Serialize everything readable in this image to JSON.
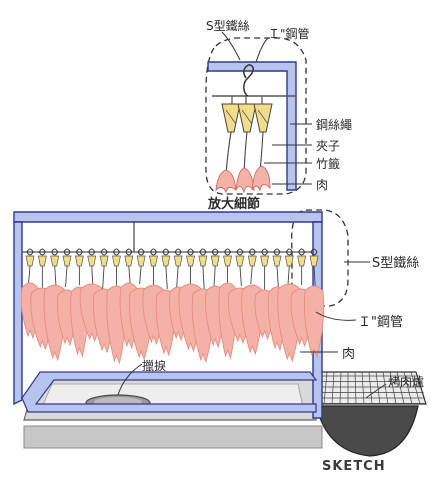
{
  "detail_labels": {
    "s_hook": "S型鐵絲",
    "pipe": "Ｉ\"鋼管",
    "wire_rope": "鋼絲繩",
    "clamp": "夾子",
    "bamboo_skewer": "竹籤",
    "meat": "肉",
    "caption": "放大細節"
  },
  "main_labels": {
    "s_hook": "S型鐵絲",
    "pipe": "Ｉ\"鋼管",
    "meat": "肉",
    "tray": "擸捩",
    "grill": "烤肉爐"
  },
  "signature": "SKETCH",
  "colors": {
    "frame_fill": "#b9c4ee",
    "frame_stroke": "#2e3a8a",
    "meat": "#f4b2a7",
    "meat_dark": "#e58d84",
    "clamp": "#f2dd8a",
    "base_gray": "#b8b8b8",
    "grill_dark": "#4a4a4a"
  }
}
